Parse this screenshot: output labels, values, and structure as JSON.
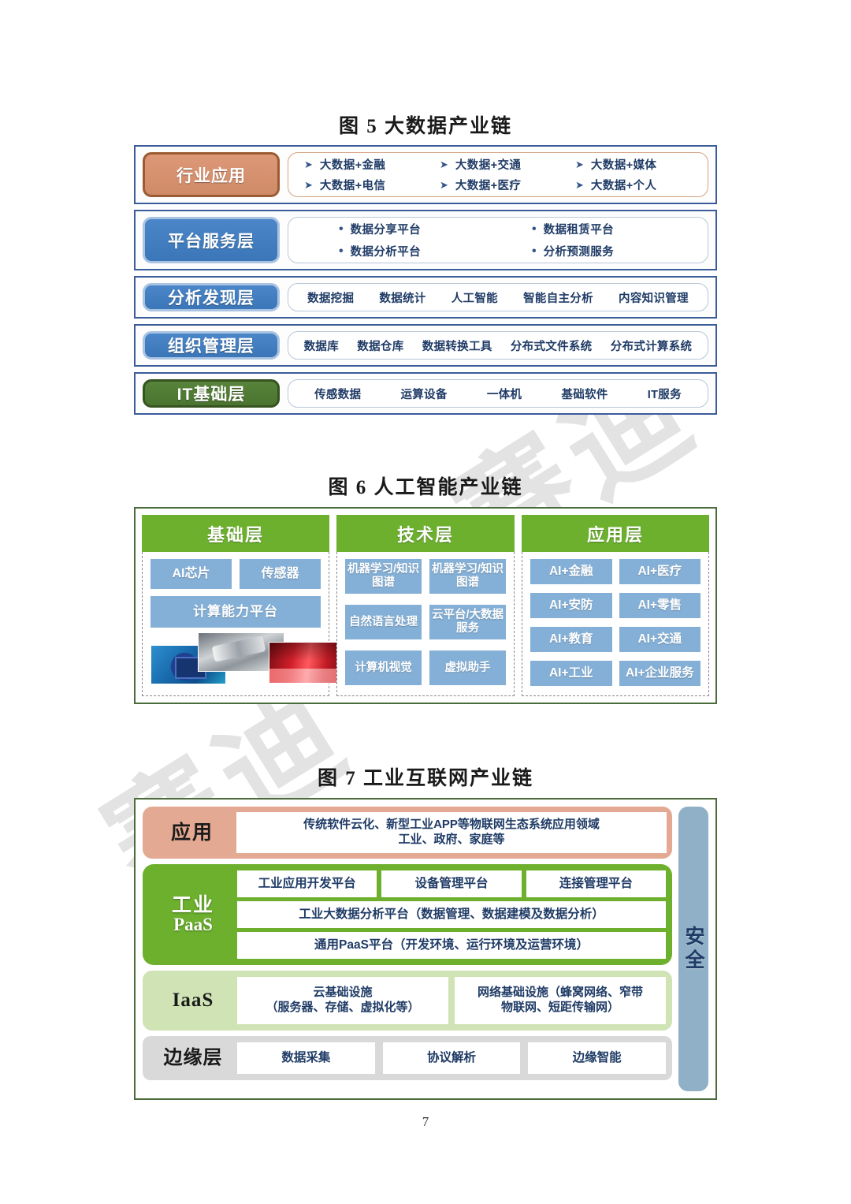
{
  "page": {
    "number": "7"
  },
  "watermark": {
    "text_1": "赛迪",
    "text_2": "赛迪"
  },
  "figures": [
    {
      "caption": "图 5  大数据产业链",
      "id": "fig5",
      "layers": [
        {
          "label": "行业应用",
          "label_color": "#cf8a67",
          "style": "bullets-arrow",
          "items": [
            "大数据+金融",
            "大数据+交通",
            "大数据+媒体",
            "大数据+电信",
            "大数据+医疗",
            "大数据+个人"
          ],
          "bullet_icon": "chevron-right-icon"
        },
        {
          "label": "平台服务层",
          "label_color": "#3b76b8",
          "style": "bullets-dot",
          "items": [
            "数据分享平台",
            "数据租赁平台",
            "数据分析平台",
            "分析预测服务"
          ],
          "bullet_icon": "dot-icon"
        },
        {
          "label": "分析发现层",
          "label_color": "#3b76b8",
          "style": "flat",
          "items": [
            "数据挖掘",
            "数据统计",
            "人工智能",
            "智能自主分析",
            "内容知识管理"
          ]
        },
        {
          "label": "组织管理层",
          "label_color": "#3b76b8",
          "style": "flat",
          "items": [
            "数据库",
            "数据仓库",
            "数据转换工具",
            "分布式文件系统",
            "分布式计算系统"
          ]
        },
        {
          "label": "IT基础层",
          "label_color": "#4a7430",
          "style": "flat",
          "items": [
            "传感数据",
            "运算设备",
            "一体机",
            "基础软件",
            "IT服务"
          ]
        }
      ]
    },
    {
      "caption": "图 6  人工智能产业链",
      "id": "fig6",
      "header_color": "#6cb02e",
      "tile_color": "#84afd6",
      "columns": [
        {
          "header": "基础层",
          "top_tiles": [
            "AI芯片",
            "传感器"
          ],
          "wide_tile": "计算能力平台",
          "photos": [
            "ai-chip-photo",
            "robot-hand-photo",
            "data-center-photo"
          ]
        },
        {
          "header": "技术层",
          "tiles": [
            "机器学习/知识图谱",
            "机器学习/知识图谱",
            "自然语言处理",
            "云平台/大数据服务",
            "计算机视觉",
            "虚拟助手"
          ]
        },
        {
          "header": "应用层",
          "tiles": [
            "AI+金融",
            "AI+医疗",
            "AI+安防",
            "AI+零售",
            "AI+教育",
            "AI+交通",
            "AI+工业",
            "AI+企业服务"
          ]
        }
      ]
    },
    {
      "caption": "图 7  工业互联网产业链",
      "id": "fig7",
      "side_label": "安全",
      "side_color": "#8fb0c6",
      "bands": [
        {
          "tag": "应用",
          "tag_sub": "",
          "color": "#e4a992",
          "boxes": [
            "传统软件云化、新型工业APP等物联网生态系统应用领域\n工业、政府、家庭等"
          ]
        },
        {
          "tag": "工业",
          "tag_sub": "PaaS",
          "color": "#6cb02e",
          "row_top": [
            "工业应用开发平台",
            "设备管理平台",
            "连接管理平台"
          ],
          "row_mid": "工业大数据分析平台（数据管理、数据建模及数据分析）",
          "row_bot": "通用PaaS平台（开发环境、运行环境及运营环境）"
        },
        {
          "tag": "IaaS",
          "tag_sub": "",
          "color": "#cfe3b5",
          "boxes": [
            "云基础设施\n（服务器、存储、虚拟化等）",
            "网络基础设施（蜂窝网络、窄带\n物联网、短距传输网）"
          ]
        },
        {
          "tag": "边缘层",
          "tag_sub": "",
          "color": "#d9d9d9",
          "boxes": [
            "数据采集",
            "协议解析",
            "边缘智能"
          ]
        }
      ]
    }
  ]
}
